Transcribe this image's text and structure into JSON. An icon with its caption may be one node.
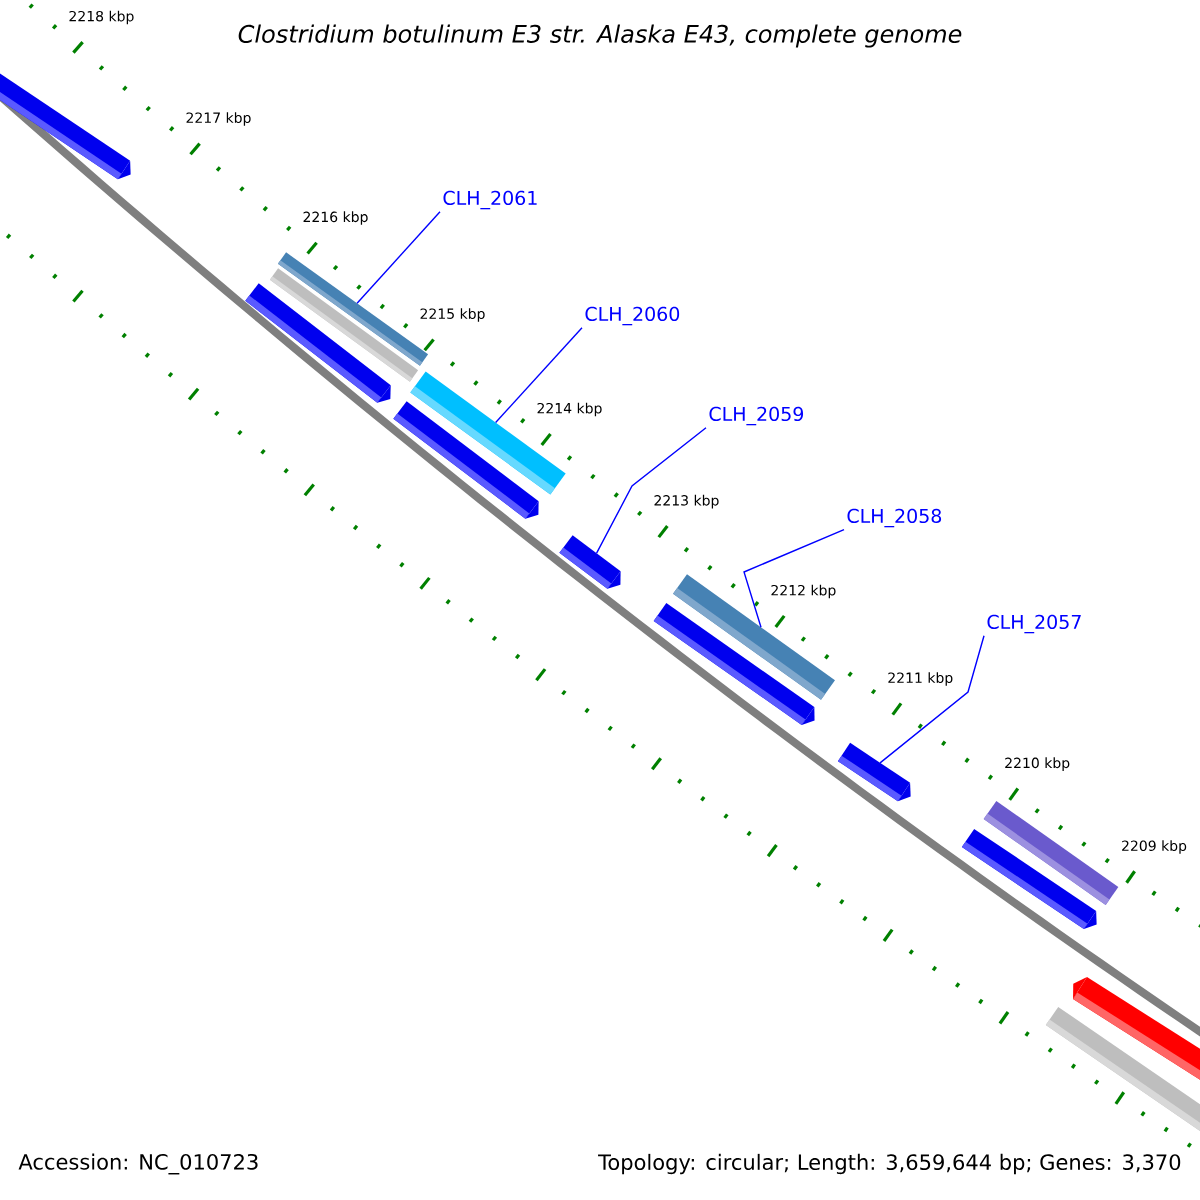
{
  "diagram": {
    "title": "Clostridium botulinum E3 str. Alaska E43, complete genome",
    "nodes": [
      {
        "text": [
          "CLH_2061"
        ]
      },
      {
        "text": [
          "CLH_2060"
        ]
      },
      {
        "text": [
          "CLH_2059"
        ]
      },
      {
        "text": [
          "CLH_2058"
        ]
      },
      {
        "text": [
          "CLH_2057"
        ]
      },
      {
        "text": [],
        "shape": "bar"
      },
      {
        "text": [],
        "shape": "bar"
      },
      {
        "text": [],
        "shape": "bar"
      },
      {
        "text": [],
        "shape": "bar"
      },
      {
        "text": [],
        "shape": "bar"
      }
    ],
    "edges": [
      {
        "from": 0,
        "to": 5,
        "arrow": "none"
      },
      {
        "from": 1,
        "to": 6,
        "arrow": "none"
      },
      {
        "from": 2,
        "to": 7,
        "arrow": "none"
      },
      {
        "from": 3,
        "to": 8,
        "arrow": "none"
      },
      {
        "from": 4,
        "to": 9,
        "arrow": "none"
      }
    ],
    "labels": [
      "2218 kbp",
      "2217 kbp",
      "2216 kbp",
      "2215 kbp",
      "2214 kbp",
      "2213 kbp",
      "2212 kbp",
      "2211 kbp",
      "2210 kbp",
      "2209 kbp",
      "Accession: NC_010723",
      "Topology: circular; Length: 3,659,644 bp; Genes: 3,370"
    ]
  }
}
